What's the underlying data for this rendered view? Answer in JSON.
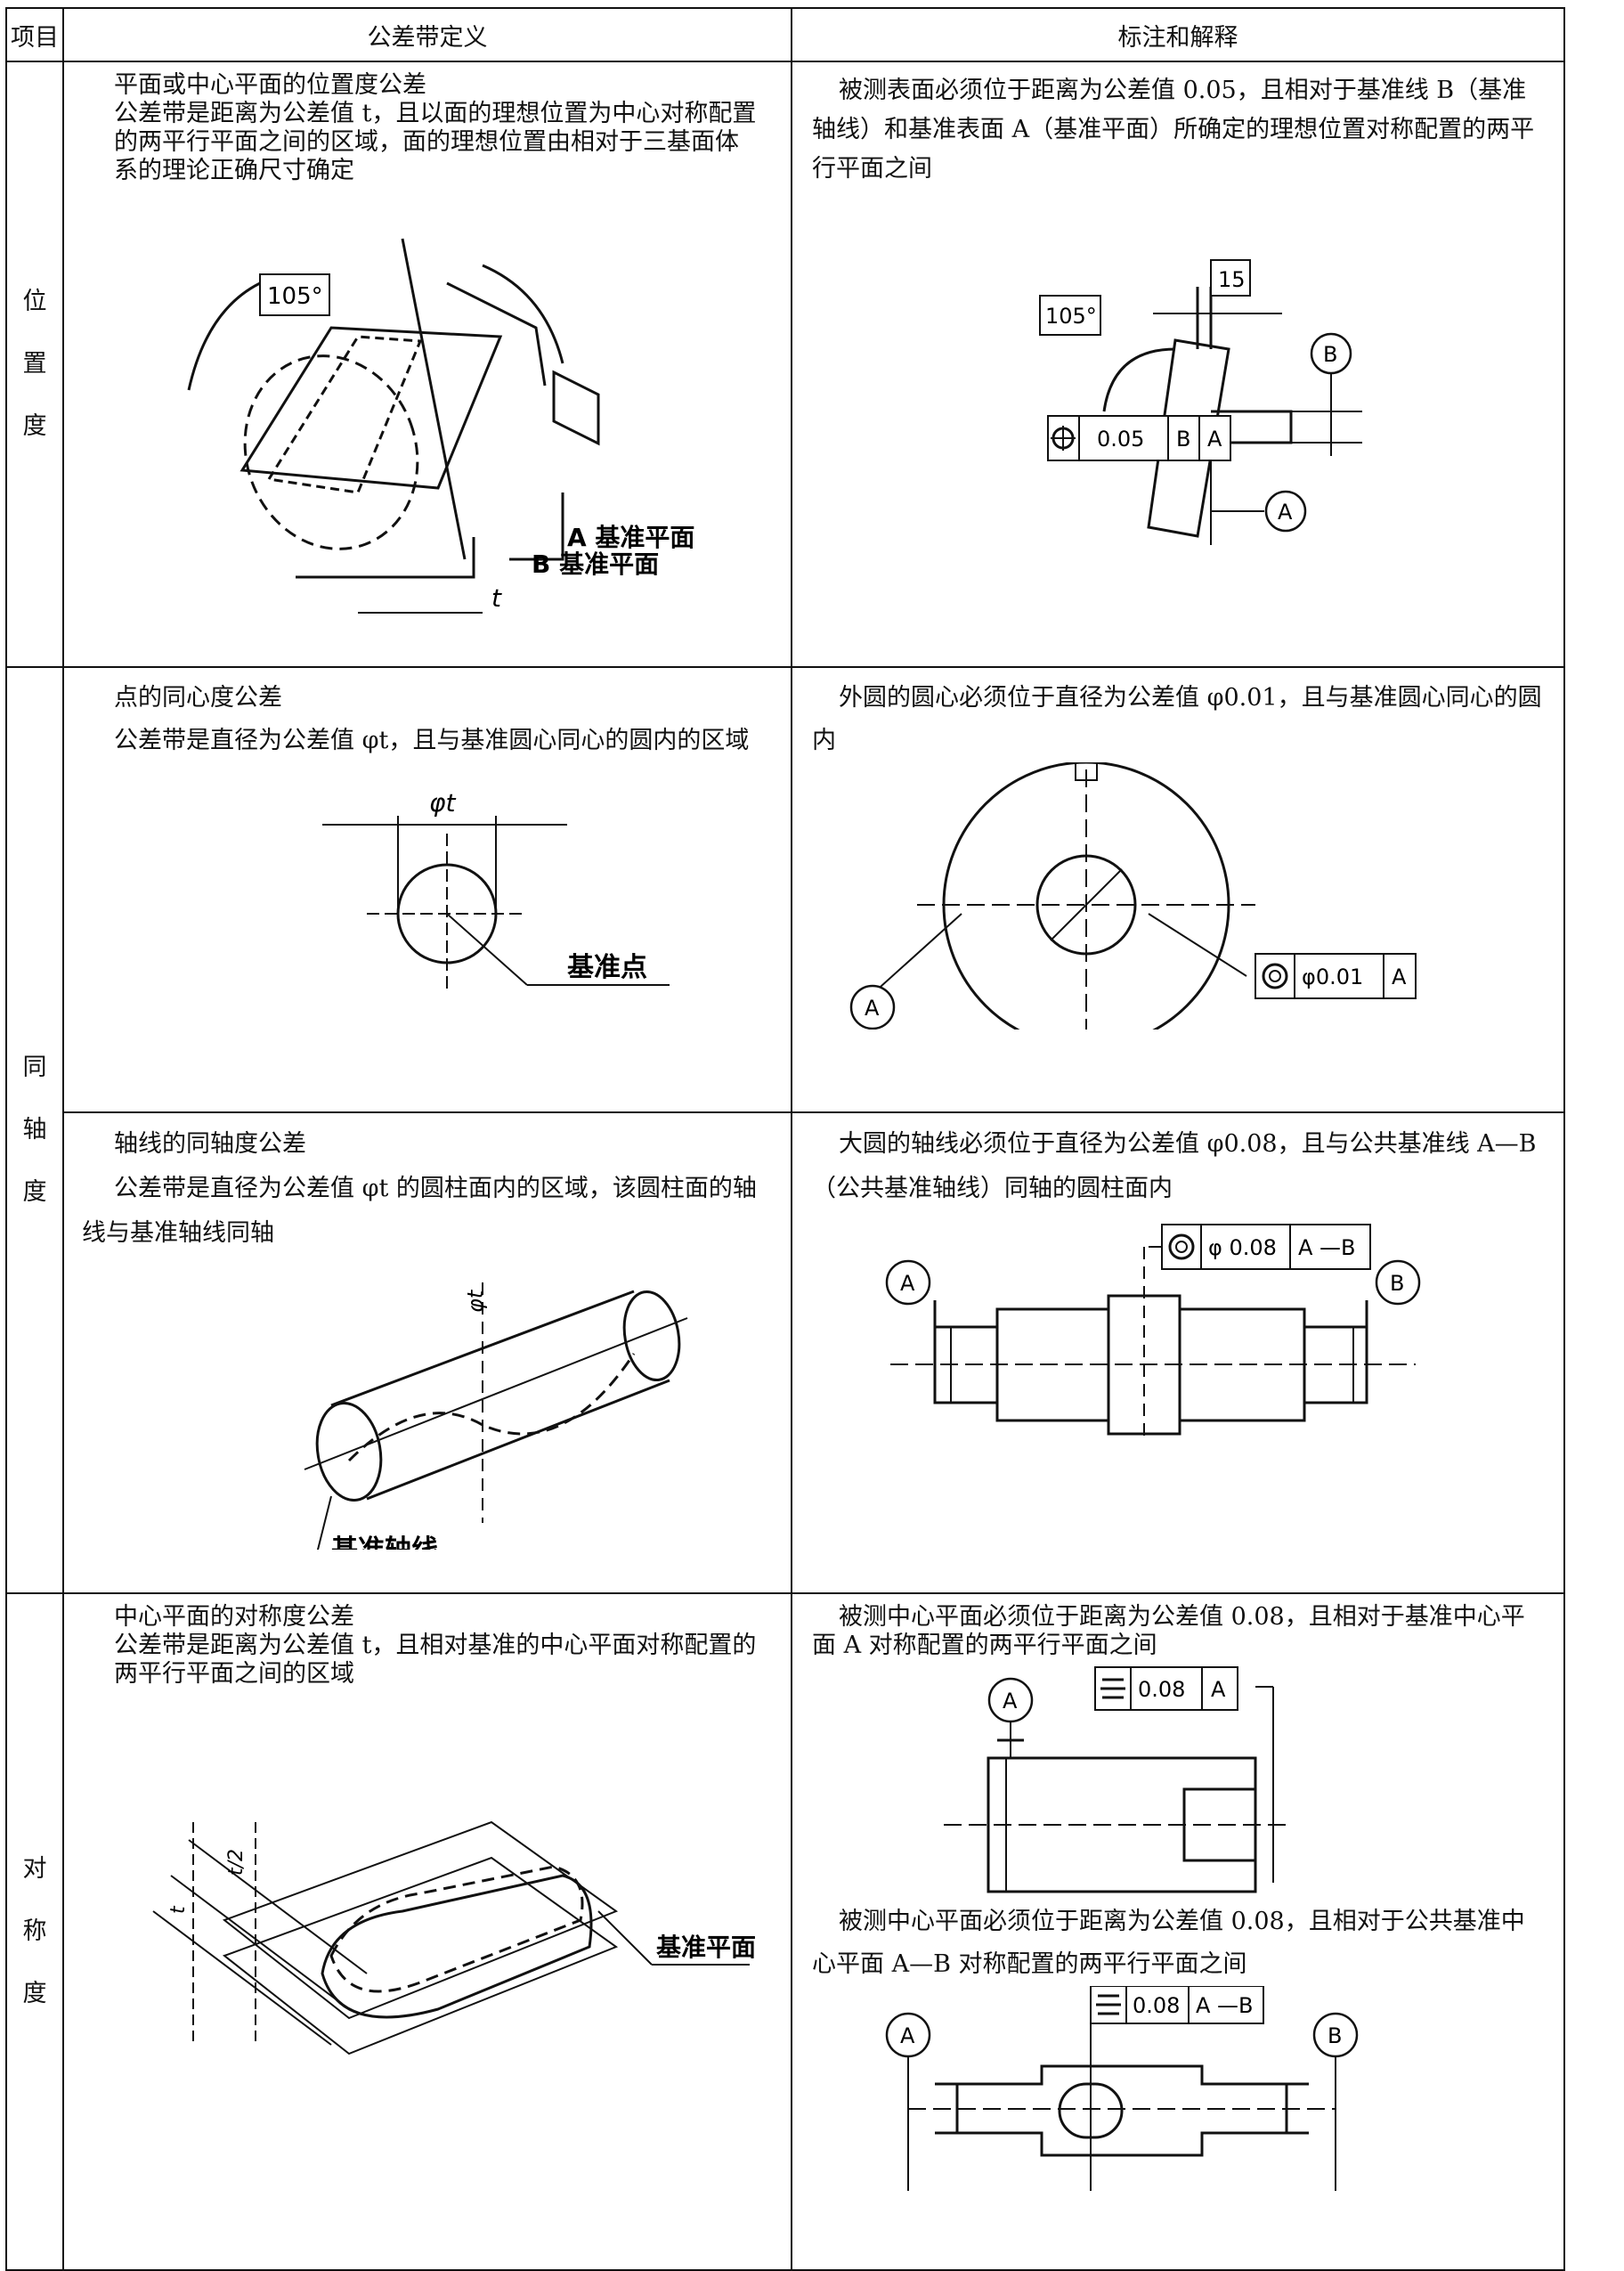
{
  "header": {
    "col1": "项目",
    "col2": "公差带定义",
    "col3": "标注和解释"
  },
  "groups": {
    "position": [
      "位",
      "置",
      "度"
    ],
    "coaxial": [
      "同",
      "轴",
      "度"
    ],
    "symmetry": [
      "对",
      "称",
      "度"
    ]
  },
  "rows": {
    "position": {
      "def_title": "平面或中心平面的位置度公差",
      "def_text": "公差带是距离为公差值 t，且以面的理想位置为中心对称配置的两平行平面之间的区域，面的理想位置由相对于三基面体系的理论正确尺寸确定",
      "def_angle": "105°",
      "def_label_a": "A 基准平面",
      "def_label_b": "B 基准平面",
      "def_t": "t",
      "note": "被测表面必须位于距离为公差值 0.05，且相对于基准线 B（基准轴线）和基准表面 A（基准平面）所确定的理想位置对称配置的两平行平面之间",
      "note_dim": "15",
      "note_angle": "105°",
      "frame_value": "0.05",
      "frame_b": "B",
      "frame_a": "A",
      "datum_b": "B",
      "datum_a": "A"
    },
    "point": {
      "def_title": "点的同心度公差",
      "def_text": "公差带是直径为公差值 φt，且与基准圆心同心的圆内的区域",
      "def_dim": "φt",
      "def_label": "基准点",
      "note": "外圆的圆心必须位于直径为公差值 φ0.01，且与基准圆心同心的圆内",
      "frame_value": "φ0.01",
      "frame_a": "A",
      "datum_a": "A"
    },
    "axis": {
      "def_title": "轴线的同轴度公差",
      "def_text": "公差带是直径为公差值 φt 的圆柱面内的区域，该圆柱面的轴线与基准轴线同轴",
      "def_dim": "φt",
      "def_label": "基准轴线",
      "note": "大圆的轴线必须位于直径为公差值 φ0.08，且与公共基准线 A—B（公共基准轴线）同轴的圆柱面内",
      "frame_value": "φ 0.08",
      "frame_ref": "A —B",
      "datum_a": "A",
      "datum_b": "B"
    },
    "symmetry": {
      "def_title": "中心平面的对称度公差",
      "def_text": "公差带是距离为公差值 t，且相对基准的中心平面对称配置的两平行平面之间的区域",
      "def_half": "t/2",
      "def_t": "t",
      "def_label": "基准平面",
      "note1": "被测中心平面必须位于距离为公差值 0.08，且相对于基准中心平面 A 对称配置的两平行平面之间",
      "frame1_value": "0.08",
      "frame1_ref": "A",
      "datum1_a": "A",
      "note2": "被测中心平面必须位于距离为公差值 0.08，且相对于公共基准中心平面 A—B 对称配置的两平行平面之间",
      "frame2_value": "0.08",
      "frame2_ref": "A —B",
      "datum2_a": "A",
      "datum2_b": "B"
    }
  }
}
